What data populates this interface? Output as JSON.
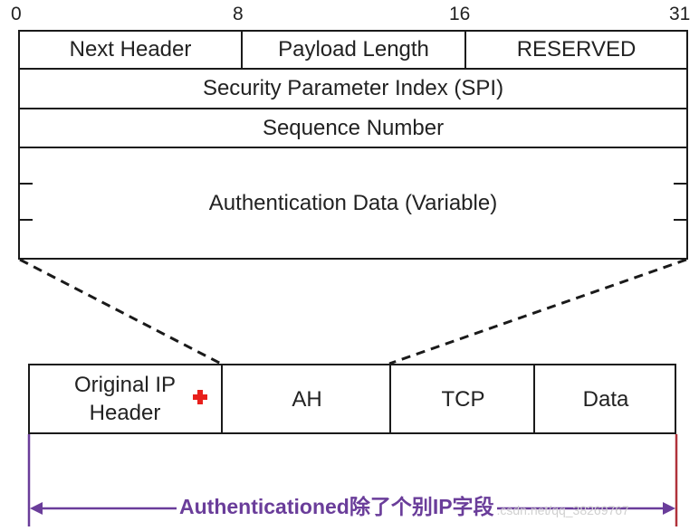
{
  "bit_labels": [
    "0",
    "8",
    "16",
    "31"
  ],
  "header": {
    "next_header": "Next Header",
    "payload_length": "Payload Length",
    "reserved": "RESERVED",
    "spi": "Security Parameter Index (SPI)",
    "sequence": "Sequence Number",
    "auth_data": "Authentication Data (Variable)"
  },
  "packet": {
    "original_ip": "Original IP Header",
    "ah": "AH",
    "tcp": "TCP",
    "data": "Data"
  },
  "authenticated_label": "Authenticationed除了个别IP字段",
  "watermark": "https://blog.csdn.net/qq_38269767",
  "colors": {
    "arrow": "#6a3d9a",
    "right_line": "#b0323a",
    "marker": "#e8201c"
  }
}
